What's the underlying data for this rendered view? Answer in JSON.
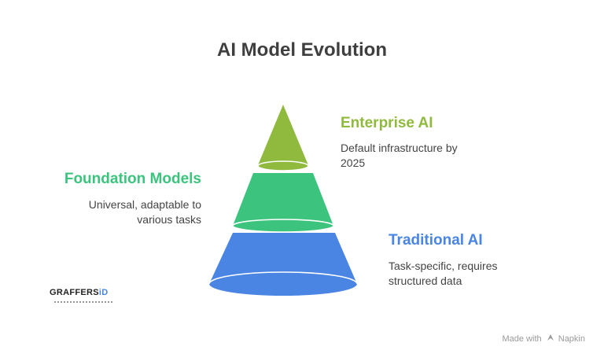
{
  "title": "AI Model Evolution",
  "tiers": [
    {
      "label": "Enterprise AI",
      "description": "Default infrastructure by 2025",
      "color": "#8fba3d"
    },
    {
      "label": "Foundation Models",
      "description": "Universal, adaptable to various tasks",
      "color": "#3cc47e"
    },
    {
      "label": "Traditional AI",
      "description": "Task-specific, requires structured data",
      "color": "#4a85e4"
    }
  ],
  "logo": {
    "text_main": "GRAFFERS",
    "text_accent": "iD"
  },
  "footer": {
    "made_with": "Made with",
    "brand": "Napkin",
    "icon": "napkin-icon"
  }
}
